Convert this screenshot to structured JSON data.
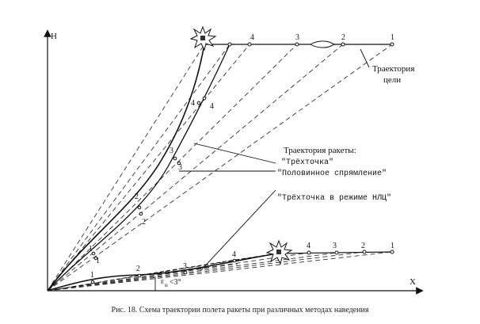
{
  "axes": {
    "y_label": "H",
    "x_label": "X"
  },
  "labels": {
    "target_trajectory_line1": "Траектория",
    "target_trajectory_line2": "цели",
    "missile_trajectory": "Траектория ракеты:",
    "three_point": "\"Трёхточка\"",
    "half_straightening": "\"Половинное спрямление\"",
    "three_point_nlc": "\"Трёхточка в режиме НЛЦ\"",
    "angle": "ε",
    "angle_sub": "н",
    "angle_value": "<3°"
  },
  "upper_points": [
    "1",
    "2",
    "3",
    "4"
  ],
  "lower_points": [
    "1",
    "2",
    "3",
    "4"
  ],
  "curve_points": {
    "three_point": [
      "1",
      "2",
      "3",
      "4"
    ],
    "half": [
      "1",
      "2",
      "3",
      "4"
    ],
    "nlc": [
      "1",
      "2",
      "3",
      "4"
    ]
  },
  "caption": "Рис. 18. Схема траектории полета ракеты при различных методах наведения"
}
